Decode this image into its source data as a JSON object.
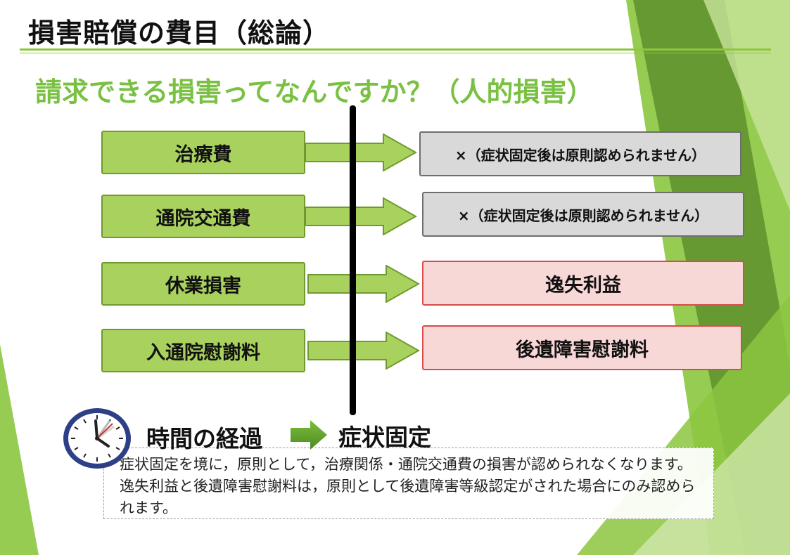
{
  "title": "損害賠償の費目（総論）",
  "subtitle": "請求できる損害ってなんですか？（人的損害）",
  "items": [
    {
      "label": "治療費",
      "result": "×（症状固定後は原則認められません）",
      "result_style": "gray"
    },
    {
      "label": "通院交通費",
      "result": "×（症状固定後は原則認められません）",
      "result_style": "gray"
    },
    {
      "label": "休業損害",
      "result": "逸失利益",
      "result_style": "pink"
    },
    {
      "label": "入通院慰謝料",
      "result": "後遺障害慰謝料",
      "result_style": "pink"
    }
  ],
  "timeline": {
    "from_label": "時間の経過",
    "to_label": "症状固定"
  },
  "note": "症状固定を境に，原則として，治療関係・通院交通費の損害が認められなくなります。逸失利益と後遺障害慰謝料は，原則として後遺障害等級認定がされた場合にのみ認められます。",
  "icons": [
    "clock-icon",
    "arrow-right-icon"
  ],
  "colors": {
    "accent_green": "#8cc63f",
    "item_fill": "#a9d15e",
    "subtitle_green": "#7ac143",
    "gray_box": "#d9d9d9",
    "pink_box": "#f8d7d7",
    "pink_border": "#d94b4b"
  }
}
